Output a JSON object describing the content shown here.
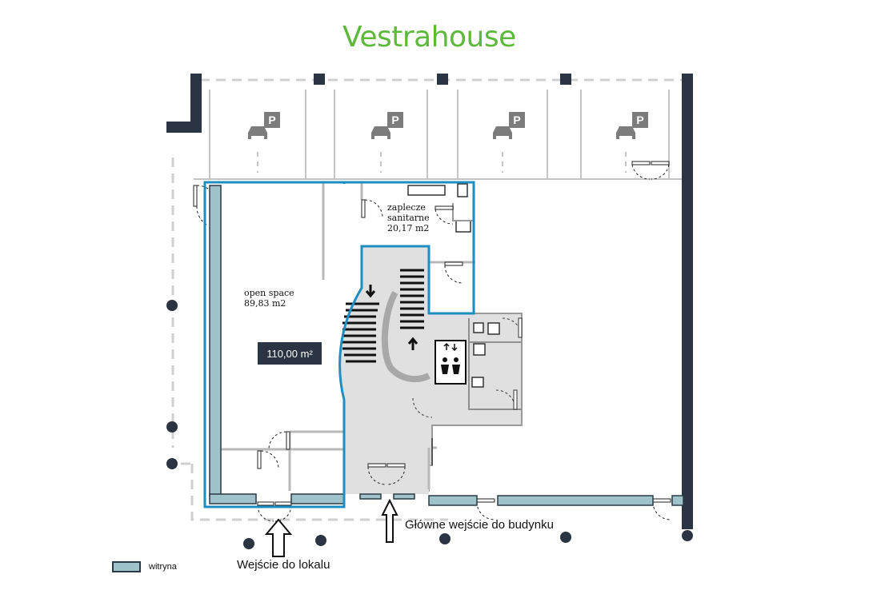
{
  "brand": {
    "name": "Vestrahouse",
    "color": "#5cb93a"
  },
  "rooms": {
    "open_space": {
      "name": "open space",
      "area": "89,83 m2"
    },
    "sanitary": {
      "name_line1": "zaplecze",
      "name_line2": "sanitarne",
      "area": "20,17 m2"
    },
    "total_area": "110,00 m²"
  },
  "parking": {
    "sign": "P",
    "spots": 4
  },
  "entrances": {
    "main_building": "Główne wejście do budynku",
    "unit": "Wejście do lokalu"
  },
  "legend": {
    "storefront_label": "witryna"
  },
  "colors": {
    "unit_outline": "#1e8dc2",
    "walls": "#2a3442",
    "core_fill": "#e0e0e0",
    "glass": "#9ec3c8",
    "dashed": "#cfcfcf"
  },
  "icons": [
    "car-icon",
    "parking-sign-icon",
    "elevator-icon",
    "toilet-icon",
    "sink-icon",
    "door-icon",
    "arrow-up-icon",
    "arrow-down-icon"
  ]
}
